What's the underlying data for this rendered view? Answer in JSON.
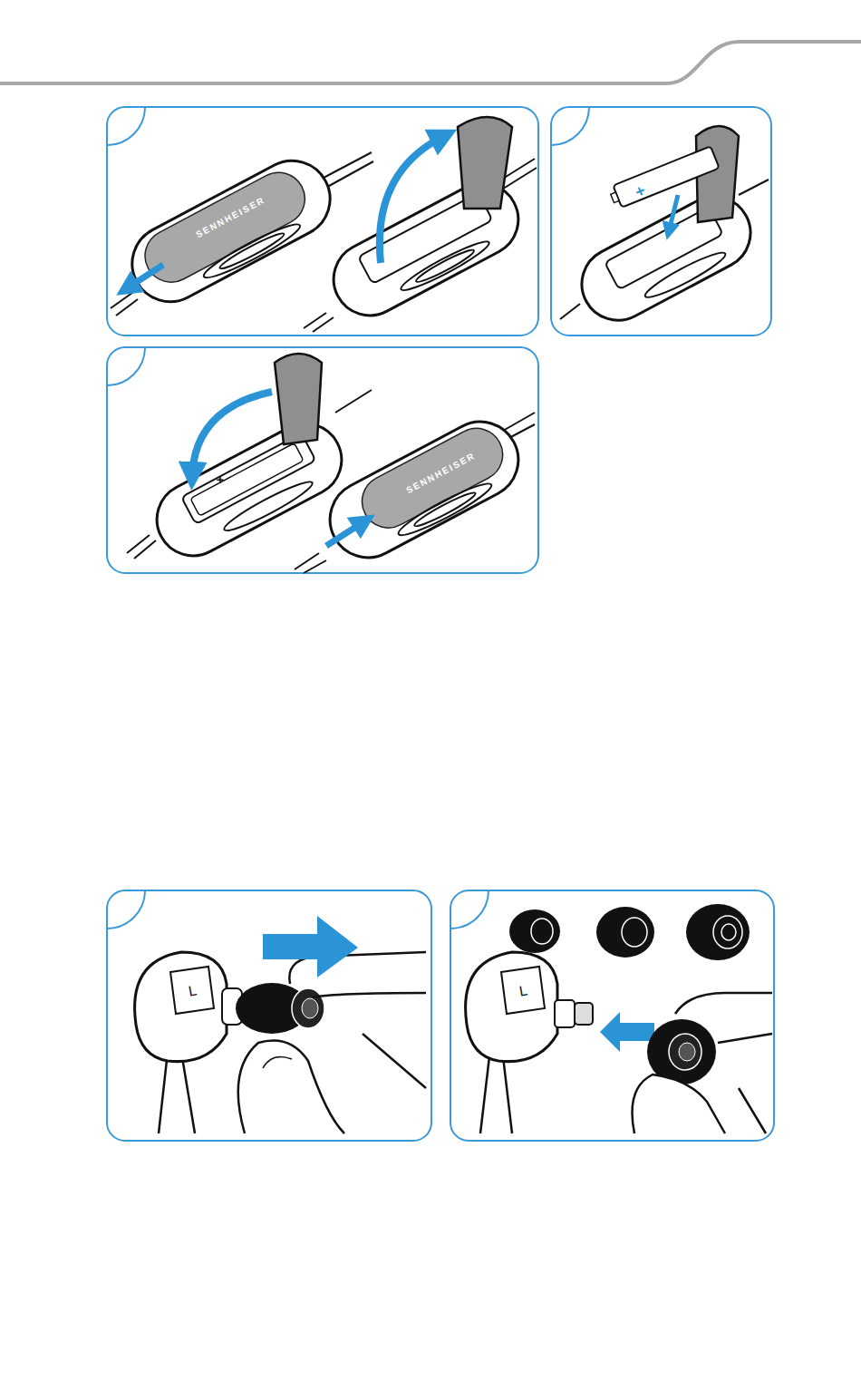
{
  "diagram": {
    "labels": [
      "SENNHEISER",
      "+",
      "+",
      "SENNHEISER",
      "L",
      "L"
    ]
  }
}
